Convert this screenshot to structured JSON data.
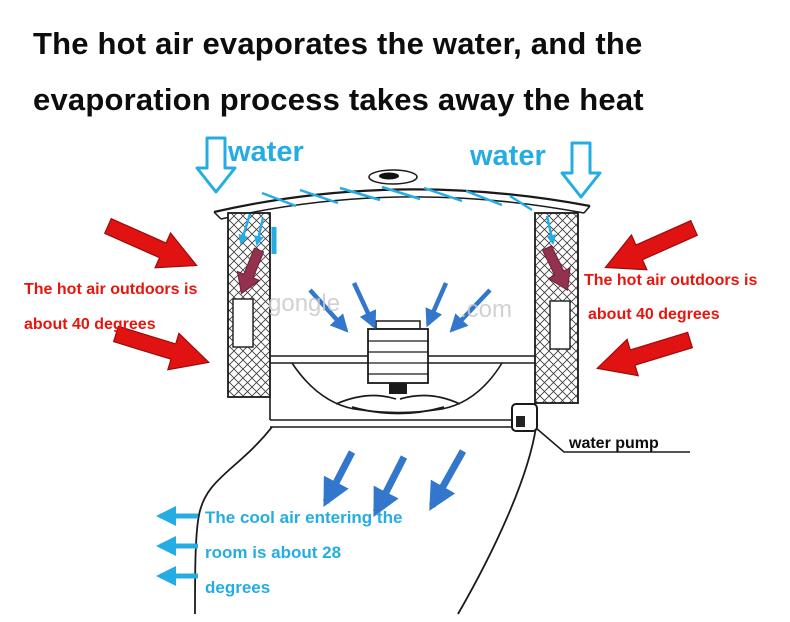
{
  "title": {
    "line1": "The hot air evaporates the water, and the",
    "line2": "evaporation process takes away the heat"
  },
  "water_labels": {
    "left": "water",
    "right": "water"
  },
  "hot_air_left": {
    "line1": "The hot air outdoors is",
    "line2": "about 40 degrees"
  },
  "hot_air_right": {
    "line1": "The hot air outdoors is",
    "line2": "about 40 degrees"
  },
  "cool_air": {
    "line1": "The cool air entering the",
    "line2": "room is about 28",
    "line3": "degrees"
  },
  "pump_label": "water pump",
  "watermark": {
    "left": "gongle",
    "right": ".com"
  },
  "colors": {
    "cyan": "#25ade3",
    "blue": "#3377cd",
    "red": "#e01212",
    "red_text": "#e8150d",
    "dark_red": "#93314f",
    "line": "#1a1a1a",
    "watermark": "#c9c9c9"
  }
}
